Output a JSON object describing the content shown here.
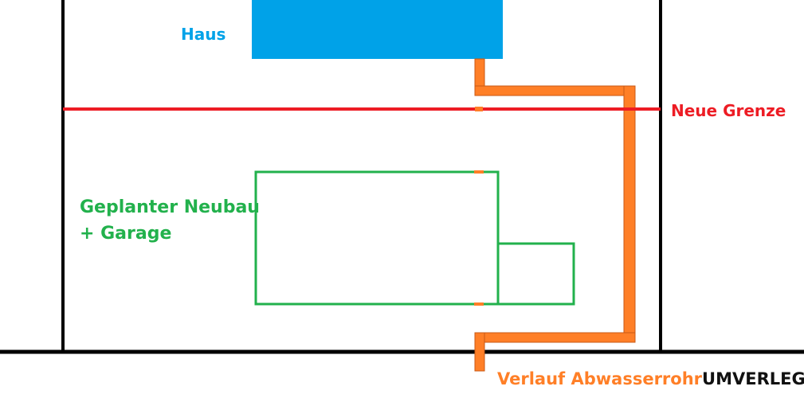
{
  "labels": {
    "house": "Haus",
    "new_border": "Neue Grenze",
    "planned_line1": "Geplanter Neubau",
    "planned_line2": "+ Garage",
    "pipe_route": "Verlauf Abwasserrohr",
    "relocated": "UMVERLEGT"
  },
  "colors": {
    "house": "#00a2e8",
    "border": "#ed1c24",
    "planned": "#22b14c",
    "pipe": "#ff7f27",
    "lines": "#000000",
    "relocated_text": "#111111"
  }
}
